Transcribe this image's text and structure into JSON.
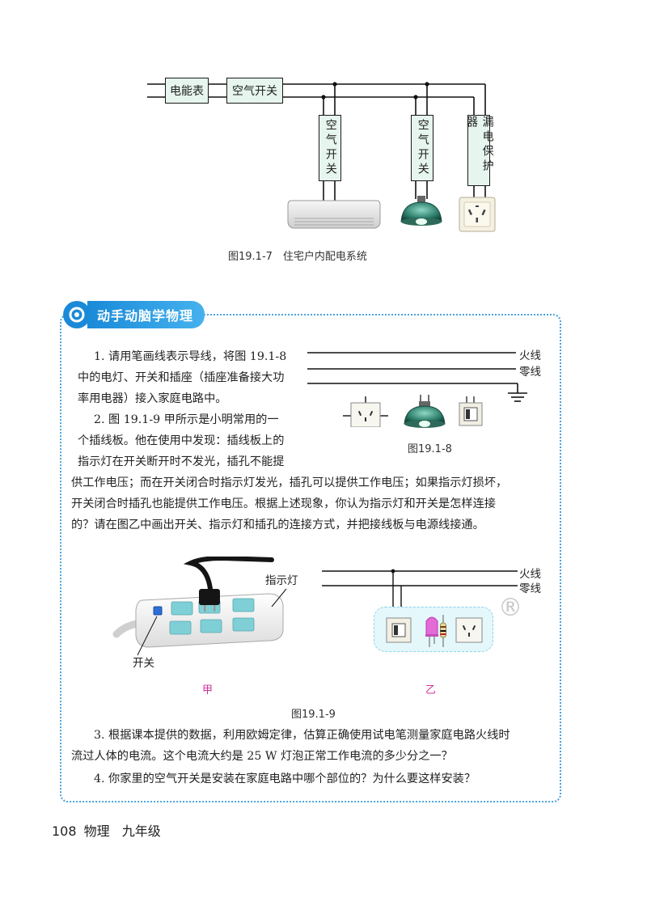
{
  "fig7": {
    "meter_label": "电能表",
    "main_switch_label": "空气开关",
    "branch_switch_label": "空气开关",
    "rcd_label": "漏电保护器",
    "caption": "图19.1-7　住宅户内配电系统"
  },
  "activity": {
    "title": "动手动脑学物理",
    "q1_lines": [
      "1. 请用笔画线表示导线，将图 19.1-8",
      "中的电灯、开关和插座（插座准备接大功",
      "率用电器）接入家庭电路中。"
    ],
    "q2_lines": [
      "2. 图 19.1-9 甲所示是小明常用的一",
      "个插线板。他在使用中发现：插线板上的",
      "指示灯在开关断开时不发光，插孔不能提"
    ],
    "q2_full_lines": [
      "供工作电压；而在开关闭合时指示灯发光，插孔可以提供工作电压；如果指示灯损坏，",
      "开关闭合时插孔也能提供工作电压。根据上述现象，你认为指示灯和开关是怎样连接",
      "的？请在图乙中画出开关、指示灯和插孔的连接方式，并把接线板与电源线接通。"
    ],
    "q3_lines": [
      "3. 根据课本提供的数据，利用欧姆定律，估算正确使用试电笔测量家庭电路火线时",
      "流过人体的电流。这个电流大约是 25 W 灯泡正常工作电流的多少分之一？"
    ],
    "q4_line": "4. 你家里的空气开关是安装在家庭电路中哪个部位的？为什么要这样安装？"
  },
  "fig8": {
    "live_label": "火线",
    "neutral_label": "零线",
    "caption": "图19.1-8"
  },
  "fig9": {
    "indicator_label": "指示灯",
    "switch_label": "开关",
    "live_label": "火线",
    "neutral_label": "零线",
    "sub_a": "甲",
    "sub_b": "乙",
    "caption": "图19.1-9",
    "watermark": "®"
  },
  "footer": {
    "page_number": "108",
    "subject": "物理",
    "grade": "九年级"
  },
  "colors": {
    "accent_blue": "#1a8ad8",
    "dotted_border": "#4aa3e0",
    "sub_label_magenta": "#d0309a"
  }
}
